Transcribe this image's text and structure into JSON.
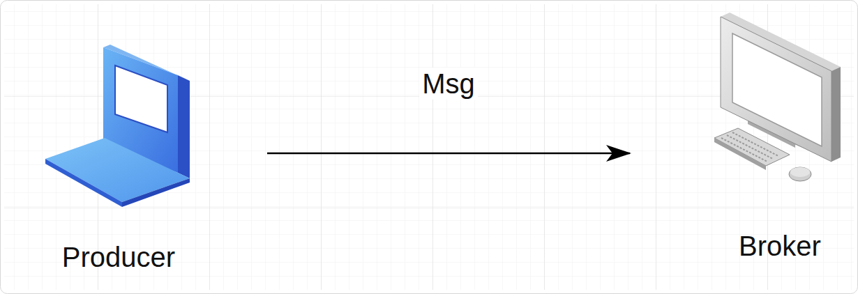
{
  "diagram": {
    "nodes": [
      {
        "text": [
          "Producer"
        ]
      },
      {
        "text": [
          "Broker"
        ]
      }
    ],
    "edges": [
      {
        "from": 0,
        "to": 1,
        "label": "Msg",
        "arrow": "to"
      }
    ]
  }
}
